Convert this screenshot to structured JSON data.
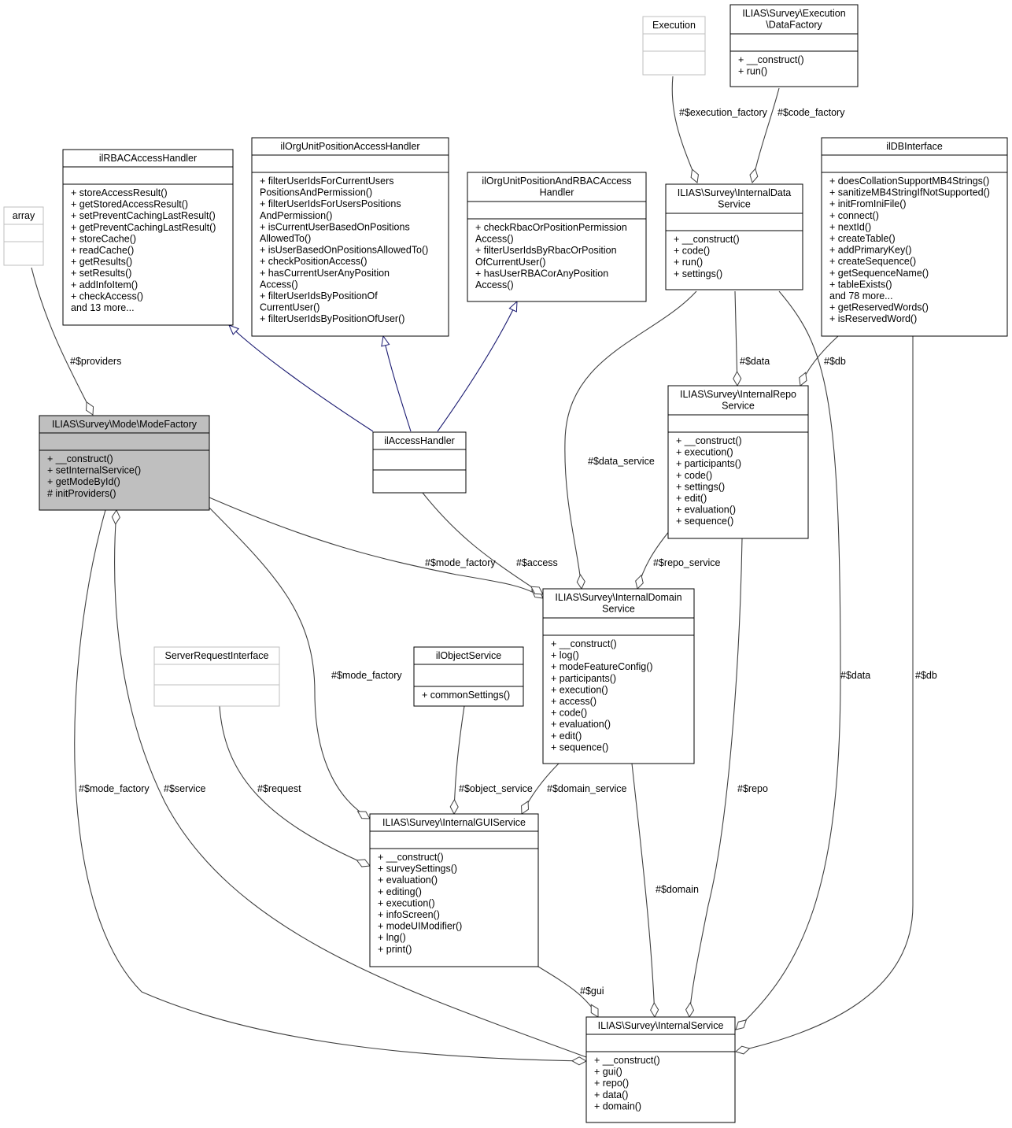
{
  "classes": {
    "array": {
      "title": [
        "array"
      ],
      "attrs": [],
      "methods": [],
      "faded": true
    },
    "execution": {
      "title": [
        "Execution"
      ],
      "attrs": [],
      "methods": [],
      "faded": true
    },
    "datafactory": {
      "title": [
        "ILIAS\\Survey\\Execution",
        "\\DataFactory"
      ],
      "attrs": [],
      "methods": [
        "+ __construct()",
        "+ run()"
      ]
    },
    "rbac": {
      "title": [
        "ilRBACAccessHandler"
      ],
      "attrs": [],
      "methods": [
        "+ storeAccessResult()",
        "+ getStoredAccessResult()",
        "+ setPreventCachingLastResult()",
        "+ getPreventCachingLastResult()",
        "+ storeCache()",
        "+ readCache()",
        "+ getResults()",
        "+ setResults()",
        "+ addInfoItem()",
        "+ checkAccess()",
        "and 13 more..."
      ]
    },
    "orgunit": {
      "title": [
        "ilOrgUnitPositionAccessHandler"
      ],
      "attrs": [],
      "methods": [
        "+ filterUserIdsForCurrentUsers",
        "PositionsAndPermission()",
        "+ filterUserIdsForUsersPositions",
        "AndPermission()",
        "+ isCurrentUserBasedOnPositions",
        "AllowedTo()",
        "+ isUserBasedOnPositionsAllowedTo()",
        "+ checkPositionAccess()",
        "+ hasCurrentUserAnyPosition",
        "Access()",
        "+ filterUserIdsByPositionOf",
        "CurrentUser()",
        "+ filterUserIdsByPositionOfUser()"
      ]
    },
    "orgrbac": {
      "title": [
        "ilOrgUnitPositionAndRBACAccess",
        "Handler"
      ],
      "attrs": [],
      "methods": [
        "+ checkRbacOrPositionPermission",
        "Access()",
        "+ filterUserIdsByRbacOrPosition",
        "OfCurrentUser()",
        "+ hasUserRBACorAnyPosition",
        "Access()"
      ]
    },
    "dataservice": {
      "title": [
        "ILIAS\\Survey\\InternalData",
        "Service"
      ],
      "attrs": [],
      "methods": [
        "+ __construct()",
        "+ code()",
        "+ run()",
        "+ settings()"
      ]
    },
    "dbinterface": {
      "title": [
        "ilDBInterface"
      ],
      "attrs": [],
      "methods": [
        "+ doesCollationSupportMB4Strings()",
        "+ sanitizeMB4StringIfNotSupported()",
        "+ initFromIniFile()",
        "+ connect()",
        "+ nextId()",
        "+ createTable()",
        "+ addPrimaryKey()",
        "+ createSequence()",
        "+ getSequenceName()",
        "+ tableExists()",
        "and 78 more...",
        "+ getReservedWords()",
        "+ isReservedWord()"
      ]
    },
    "modefactory": {
      "title": [
        "ILIAS\\Survey\\Mode\\ModeFactory"
      ],
      "attrs": [],
      "methods": [
        "+ __construct()",
        "+ setInternalService()",
        "+ getModeById()",
        "# initProviders()"
      ],
      "highlight": true
    },
    "accesshandler": {
      "title": [
        "ilAccessHandler"
      ],
      "attrs": [],
      "methods": []
    },
    "reposervice": {
      "title": [
        "ILIAS\\Survey\\InternalRepo",
        "Service"
      ],
      "attrs": [],
      "methods": [
        "+ __construct()",
        "+ execution()",
        "+ participants()",
        "+ code()",
        "+ settings()",
        "+ edit()",
        "+ evaluation()",
        "+ sequence()"
      ]
    },
    "domainservice": {
      "title": [
        "ILIAS\\Survey\\InternalDomain",
        "Service"
      ],
      "attrs": [],
      "methods": [
        "+ __construct()",
        "+ log()",
        "+ modeFeatureConfig()",
        "+ participants()",
        "+ execution()",
        "+ access()",
        "+ code()",
        "+ evaluation()",
        "+ edit()",
        "+ sequence()"
      ]
    },
    "serverrequest": {
      "title": [
        "ServerRequestInterface"
      ],
      "attrs": [],
      "methods": [],
      "faded": true
    },
    "objectservice": {
      "title": [
        "ilObjectService"
      ],
      "attrs": [],
      "methods": [
        "+ commonSettings()"
      ]
    },
    "guiservice": {
      "title": [
        "ILIAS\\Survey\\InternalGUIService"
      ],
      "attrs": [],
      "methods": [
        "+ __construct()",
        "+ surveySettings()",
        "+ evaluation()",
        "+ editing()",
        "+ execution()",
        "+ infoScreen()",
        "+ modeUIModifier()",
        "+ lng()",
        "+ print()"
      ]
    },
    "internalservice": {
      "title": [
        "ILIAS\\Survey\\InternalService"
      ],
      "attrs": [],
      "methods": [
        "+ __construct()",
        "+ gui()",
        "+ repo()",
        "+ data()",
        "+ domain()"
      ]
    }
  },
  "relations": {
    "providers": "#$providers",
    "execution_factory": "#$execution_factory",
    "code_factory": "#$code_factory",
    "data1": "#$data",
    "db1": "#$db",
    "data_service": "#$data_service",
    "mode_factory1": "#$mode_factory",
    "access": "#$access",
    "repo_service": "#$repo_service",
    "mode_factory2": "#$mode_factory",
    "data2": "#$data",
    "db2": "#$db",
    "mode_factory3": "#$mode_factory",
    "service": "#$service",
    "request": "#$request",
    "object_service": "#$object_service",
    "domain_service": "#$domain_service",
    "repo": "#$repo",
    "domain": "#$domain",
    "gui": "#$gui"
  },
  "colors": {
    "edge": "#404040",
    "inherit": "#191970",
    "faded": "#bfbfbf",
    "highlight_fill": "#bfbfbf"
  }
}
